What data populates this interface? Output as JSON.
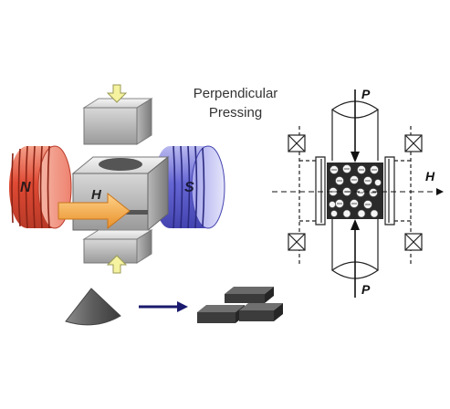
{
  "caption": {
    "line1": "Perpendicular",
    "line2": "Pressing"
  },
  "magnet": {
    "north_label": "N",
    "south_label": "S"
  },
  "field": {
    "left_label": "H",
    "right_label": "H"
  },
  "pressure": {
    "top_label": "P",
    "bottom_label": "P"
  },
  "colors": {
    "north_pole": "#e0503a",
    "south_pole": "#6a6ad8",
    "field_arrow": "#f2a83a",
    "press_arrow": "#f6f3a0",
    "process_arrow": "#1a1a6e"
  }
}
